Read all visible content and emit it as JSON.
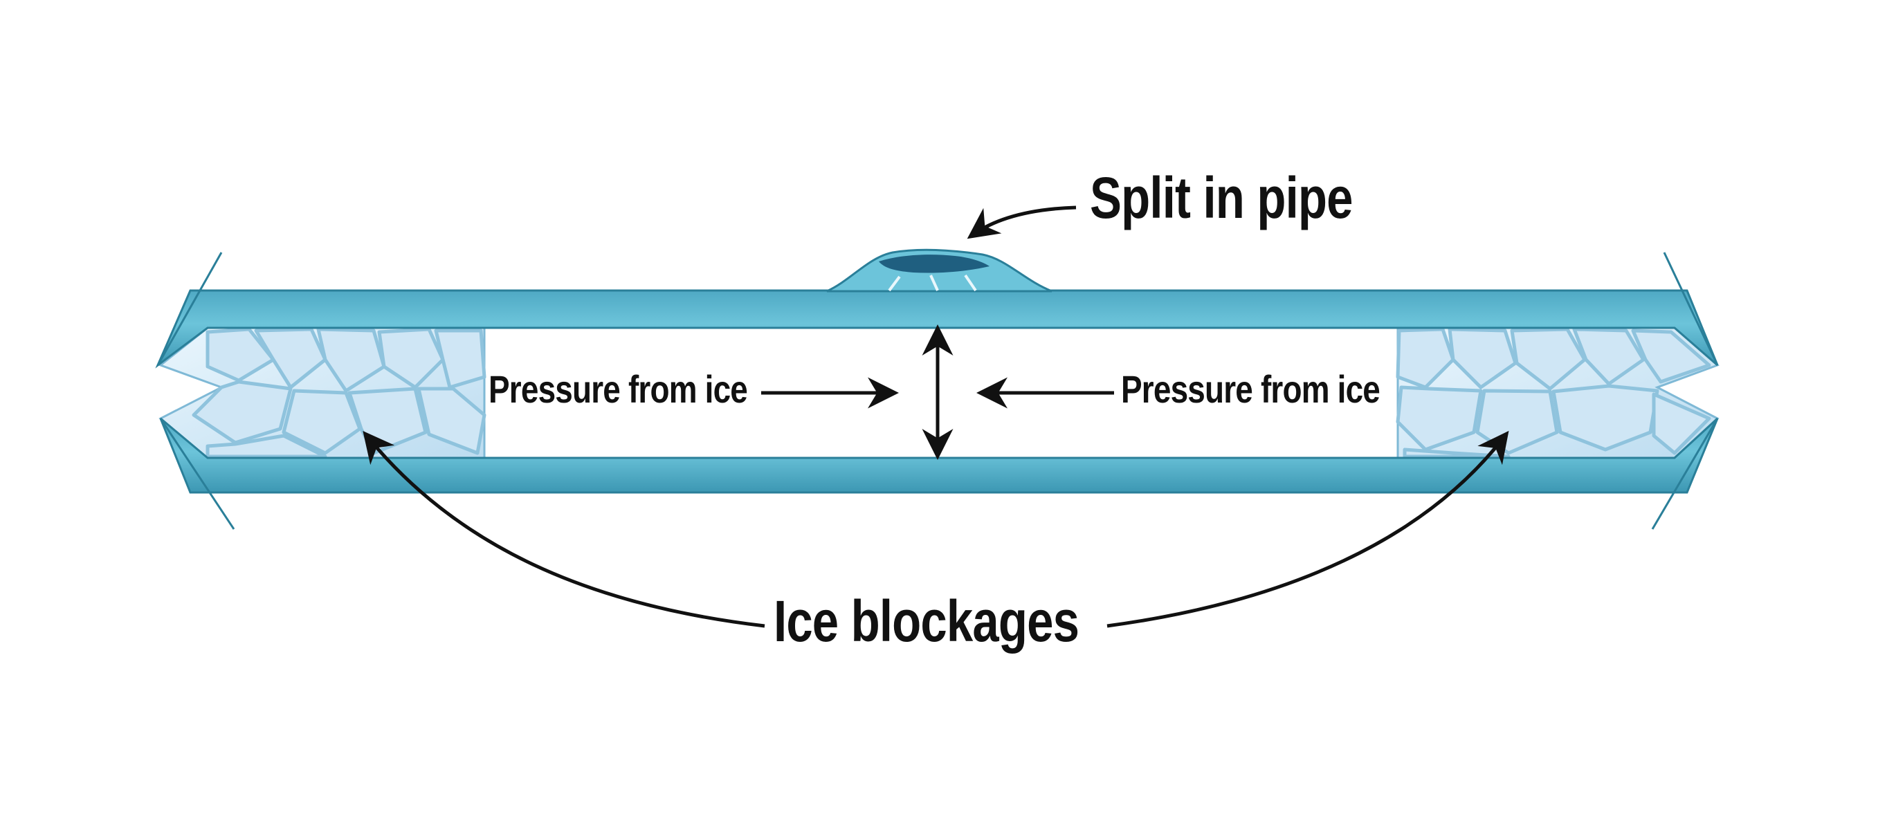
{
  "labels": {
    "split": "Split in pipe",
    "pressure_left": "Pressure from ice",
    "pressure_right": "Pressure from ice",
    "ice_blockages": "Ice blockages"
  },
  "colors": {
    "pipe_wall": "#5fb8d0",
    "pipe_wall_dark": "#2f8fab",
    "pipe_outline": "#2a7f99",
    "ice_fill": "#d6ecf8",
    "ice_edge": "#7fb9d6",
    "crack": "#1f5f80",
    "arrow": "#111111",
    "background": "#ffffff"
  }
}
